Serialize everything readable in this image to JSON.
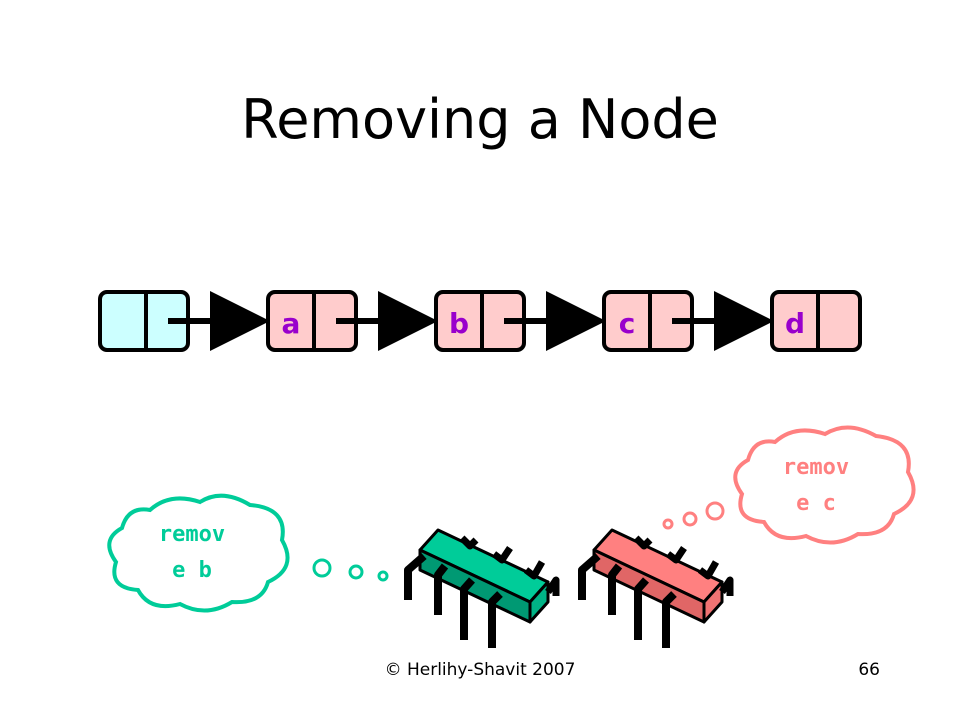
{
  "slide": {
    "title": "Removing a Node",
    "footer_copyright": "© Herlihy-Shavit 2007",
    "page_number": "66"
  },
  "list": {
    "nodes": [
      {
        "label": ""
      },
      {
        "label": "a"
      },
      {
        "label": "b"
      },
      {
        "label": "c"
      },
      {
        "label": "d"
      }
    ]
  },
  "threads": {
    "left_thought": [
      "remov",
      "e b"
    ],
    "right_thought": [
      "remov",
      "e c"
    ]
  },
  "colors": {
    "sentinel_fill": "#ccffff",
    "node_fill": "#ffcccc",
    "node_letter": "#9900cc",
    "left_thread": "#00cc99",
    "right_thread": "#ff8080"
  }
}
